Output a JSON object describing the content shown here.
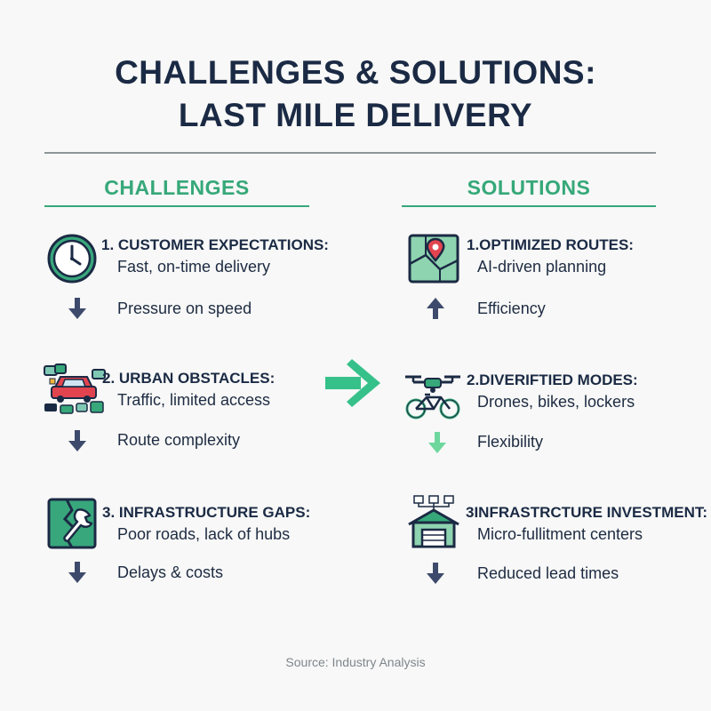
{
  "title": {
    "line1": "CHALLENGES & SOLUTIONS:",
    "line2": "LAST MILE DELIVERY"
  },
  "colors": {
    "navy": "#1b2a44",
    "green": "#36a879",
    "light_green": "#7fd3a2",
    "rule_gray": "#8e9599"
  },
  "challenges": {
    "heading": "CHALLENGES",
    "items": [
      {
        "title": "1. CUSTOMER EXPECTATIONS:",
        "desc": "Fast, on-time delivery",
        "effect": "Pressure on speed",
        "icon": "clock-icon",
        "arrow": "down"
      },
      {
        "title": "2. URBAN OBSTACLES:",
        "desc": "Traffic, limited access",
        "effect": "Route complexity",
        "icon": "traffic-icon",
        "arrow": "down"
      },
      {
        "title": "3. INFRASTRUCTURE GAPS:",
        "desc": "Poor roads, lack of hubs",
        "effect": "Delays & costs",
        "icon": "broken-road-icon",
        "arrow": "down"
      }
    ]
  },
  "solutions": {
    "heading": "SOLUTIONS",
    "items": [
      {
        "title": "1.OPTIMIZED ROUTES:",
        "desc": "AI-driven planning",
        "effect": "Efficiency",
        "icon": "map-pin-icon",
        "arrow": "up"
      },
      {
        "title": "2.DIVERIFTIED MODES:",
        "desc": "Drones, bikes, lockers",
        "effect": "Flexibility",
        "icon": "drone-bike-icon",
        "arrow": "down"
      },
      {
        "title": "3INFRASTRCTURE INVESTMENT:",
        "desc": "Micro-fullitment centers",
        "effect": "Reduced lead times",
        "icon": "warehouse-icon",
        "arrow": "down"
      }
    ]
  },
  "center_arrow": "right-arrow-icon",
  "source": "Source: Industry Analysis"
}
